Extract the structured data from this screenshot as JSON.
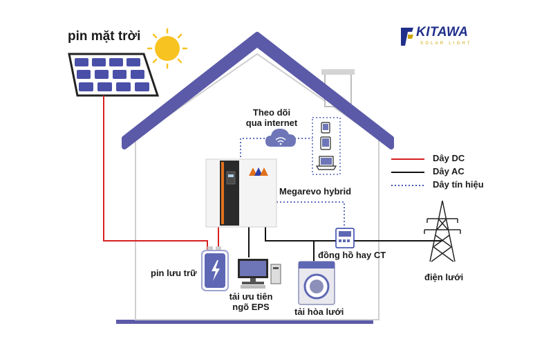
{
  "brand": {
    "name": "KITAWA",
    "tagline": "SOLAR LIGHT",
    "colors": {
      "primary": "#1f2f8a",
      "accent": "#c9a400"
    }
  },
  "labels": {
    "solar_panel": "pin mặt trời",
    "monitor_line1": "Theo dõi",
    "monitor_line2": "qua internet",
    "inverter": "Megarevo hybrid",
    "battery": "pin lưu trữ",
    "eps_line1": "tải ưu tiên",
    "eps_line2": "ngõ EPS",
    "meter": "đồng hồ hay CT",
    "grid_load": "tải hòa lưới",
    "utility_grid": "điện lưới"
  },
  "legend": [
    {
      "label": "Dây DC",
      "color": "#d62020",
      "style": "solid"
    },
    {
      "label": "Dây AC",
      "color": "#111111",
      "style": "solid"
    },
    {
      "label": "Dây tín hiệu",
      "color": "#2c3ea8",
      "style": "dotted"
    }
  ],
  "colors": {
    "house_roof": "#5b5aa8",
    "house_wall": "#c8c8c8",
    "ground": "#5b5aa8",
    "sun": "#f7c320",
    "panel": "#4a50a8",
    "inverter_accent": "#e0701b"
  },
  "icons": [
    "sun-icon",
    "solar-panel-icon",
    "cloud-wifi-icon",
    "tablet-icon",
    "phone-icon",
    "laptop-icon",
    "inverter-icon",
    "battery-icon",
    "computer-icon",
    "washing-machine-icon",
    "meter-icon",
    "power-tower-icon"
  ]
}
